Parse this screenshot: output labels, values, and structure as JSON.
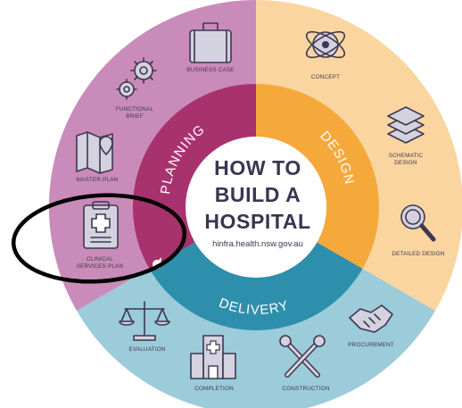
{
  "title": {
    "line1": "HOW TO",
    "line2": "BUILD A",
    "line3": "HOSPITAL",
    "url": "hinfra.health.nsw.gov.au"
  },
  "phases": {
    "planning": "PLANNING",
    "design": "DESIGN",
    "delivery": "DELIVERY"
  },
  "steps": {
    "business_case": "BUSINESS CASE",
    "functional_brief_1": "FUNCTIONAL",
    "functional_brief_2": "BRIEF",
    "master_plan": "MASTER PLAN",
    "clinical_services_plan_1": "CLINICAL",
    "clinical_services_plan_2": "SERVICES PLAN",
    "concept": "CONCEPT",
    "schematic_design_1": "SCHEMATIC",
    "schematic_design_2": "DESIGN",
    "detailed_design": "DETAILED DESIGN",
    "procurement": "PROCUREMENT",
    "construction": "CONSTRUCTION",
    "completion": "COMPLETION",
    "evaluation": "EVALUATION"
  },
  "colors": {
    "planning_outer": "#c98bb9",
    "planning_ring": "#a8326e",
    "design_outer": "#fad5a0",
    "design_ring": "#f6a93b",
    "delivery_outer": "#9ccbd9",
    "delivery_ring": "#2e8fad",
    "annotation": "#000000"
  }
}
